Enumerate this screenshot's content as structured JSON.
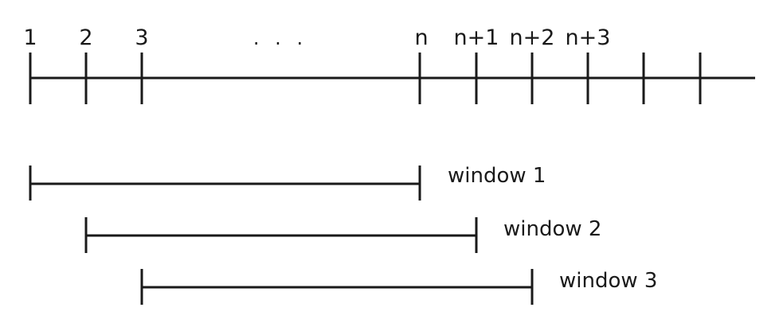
{
  "timeline": {
    "tick_labels": [
      "1",
      "2",
      "3",
      "n",
      "n+1",
      "n+2",
      "n+3"
    ],
    "ellipsis": ". . ."
  },
  "windows": [
    {
      "label": "window 1"
    },
    {
      "label": "window 2"
    },
    {
      "label": "window 3"
    }
  ]
}
